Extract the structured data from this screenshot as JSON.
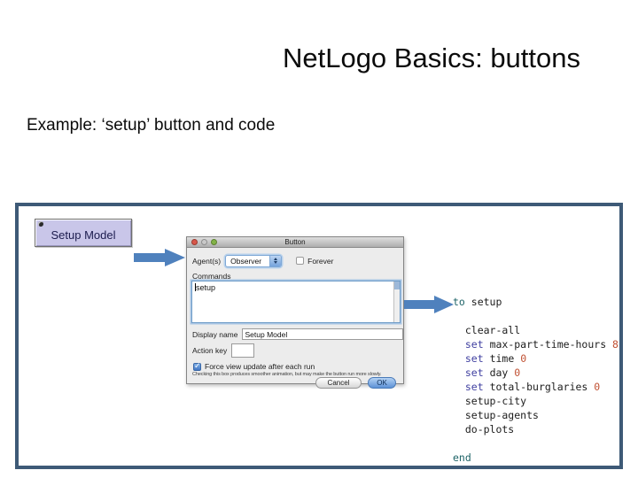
{
  "slide": {
    "title": "NetLogo Basics: buttons",
    "subtitle": "Example: ‘setup’ button and code"
  },
  "widget_button": {
    "label": "Setup Model"
  },
  "dialog": {
    "title": "Button",
    "agents_label": "Agent(s)",
    "agents_value": "Observer",
    "forever_label": "Forever",
    "forever_checked": false,
    "commands_label": "Commands",
    "commands_value": "setup",
    "display_name_label": "Display name",
    "display_name_value": "Setup Model",
    "action_key_label": "Action key",
    "action_key_value": "",
    "force_update_label": "Force view update after each run",
    "force_update_checked": true,
    "force_update_note": "Checking this box produces smoother animation, but may make the button run more slowly.",
    "cancel_label": "Cancel",
    "ok_label": "OK"
  },
  "icons": {
    "observer_button_icon": "observer-eye",
    "dropdown_stepper": "up-down-arrows",
    "check_glyph": "✓",
    "arrows": "right-arrow"
  },
  "code": {
    "colors": {
      "keyword": "#1f6468",
      "command": "#3f3fa0",
      "plain": "#1c1c1c",
      "number": "#c05032"
    },
    "lines": [
      [
        {
          "t": "to",
          "c": "keyword"
        },
        {
          "t": " setup",
          "c": "plain"
        }
      ],
      [],
      [
        {
          "t": "  clear-all",
          "c": "plain"
        }
      ],
      [
        {
          "t": "  ",
          "c": "plain"
        },
        {
          "t": "set",
          "c": "command"
        },
        {
          "t": " max-part-time-hours ",
          "c": "plain"
        },
        {
          "t": "8",
          "c": "number"
        }
      ],
      [
        {
          "t": "  ",
          "c": "plain"
        },
        {
          "t": "set",
          "c": "command"
        },
        {
          "t": " time ",
          "c": "plain"
        },
        {
          "t": "0",
          "c": "number"
        }
      ],
      [
        {
          "t": "  ",
          "c": "plain"
        },
        {
          "t": "set",
          "c": "command"
        },
        {
          "t": " day ",
          "c": "plain"
        },
        {
          "t": "0",
          "c": "number"
        }
      ],
      [
        {
          "t": "  ",
          "c": "plain"
        },
        {
          "t": "set",
          "c": "command"
        },
        {
          "t": " total-burglaries ",
          "c": "plain"
        },
        {
          "t": "0",
          "c": "number"
        }
      ],
      [
        {
          "t": "  setup-city",
          "c": "plain"
        }
      ],
      [
        {
          "t": "  setup-agents",
          "c": "plain"
        }
      ],
      [
        {
          "t": "  do-plots",
          "c": "plain"
        }
      ],
      [],
      [
        {
          "t": "end",
          "c": "keyword"
        }
      ]
    ]
  },
  "colors": {
    "frame_border": "#3e5a77",
    "arrow": "#4f81bd",
    "widget_button_bg": "#c9c6e9",
    "widget_button_text": "#1c1c4e",
    "dialog_bg": "#ececec",
    "ok_button": "#5d92d6",
    "traffic_close": "#d8574a",
    "traffic_minimize": "#c9c9c9",
    "traffic_zoom": "#82b347"
  }
}
